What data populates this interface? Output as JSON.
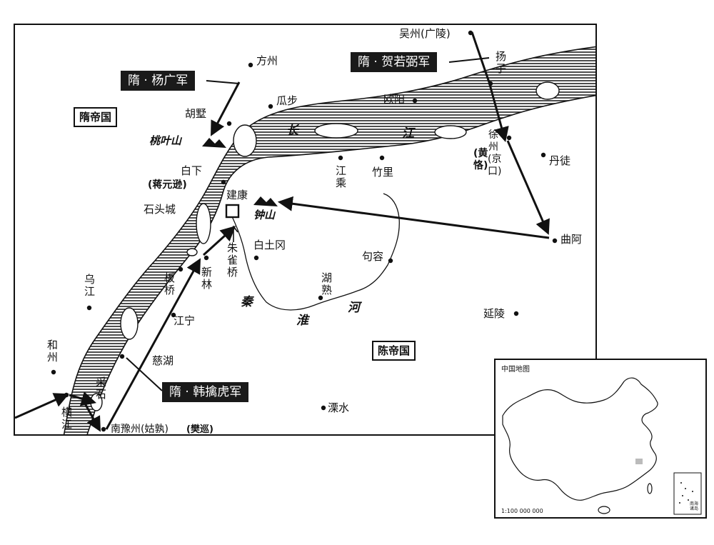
{
  "states": {
    "sui": "隋帝国",
    "chen": "陈帝国"
  },
  "armies": {
    "yang": "隋 · 杨广军",
    "he": "隋 · 贺若弼军",
    "han": "隋 · 韩擒虎军"
  },
  "cities": {
    "wuzhou": "吴州(广陵)",
    "yangzi": "扬子",
    "fangzhou": "方州",
    "guabu": "瓜步",
    "ouyang": "欧阳",
    "husu": "胡墅",
    "taoyeshan": "桃叶山",
    "baixia": "白下",
    "jiangyuanxun": "(蒋元逊)",
    "jiankang": "建康",
    "zhongshan": "钟山",
    "shitoucheng": "石头城",
    "jiangcheng": "江乘",
    "zhuli": "竹里",
    "xuzhou": "徐州(京口)",
    "huangke": "(黄恪)",
    "dantu": "丹徒",
    "qua": "曲阿",
    "zhuqueqiao": "朱雀桥",
    "baitugang": "白土冈",
    "jurong": "句容",
    "hushu": "湖熟",
    "banqiao": "板桥",
    "xinlin": "新林",
    "wujiang": "乌江",
    "jiangning": "江宁",
    "yanling": "延陵",
    "cihu": "慈湖",
    "hezhou": "和州",
    "caishi": "采石",
    "hengjiang": "横江",
    "nanyuzhou": "南豫州(姑孰)",
    "fanxun": "(樊巡)",
    "lishui": "溧水"
  },
  "rivers": {
    "chang": "长",
    "jiang": "江",
    "qin": "秦",
    "huai": "淮",
    "he": "河"
  },
  "inset": {
    "title": "中国地图",
    "scale": "1:100 000 000",
    "box_text": "南海诸岛"
  },
  "colors": {
    "ink": "#111111",
    "river_hatch": "#222222",
    "highlight": "#bbbbbb"
  }
}
